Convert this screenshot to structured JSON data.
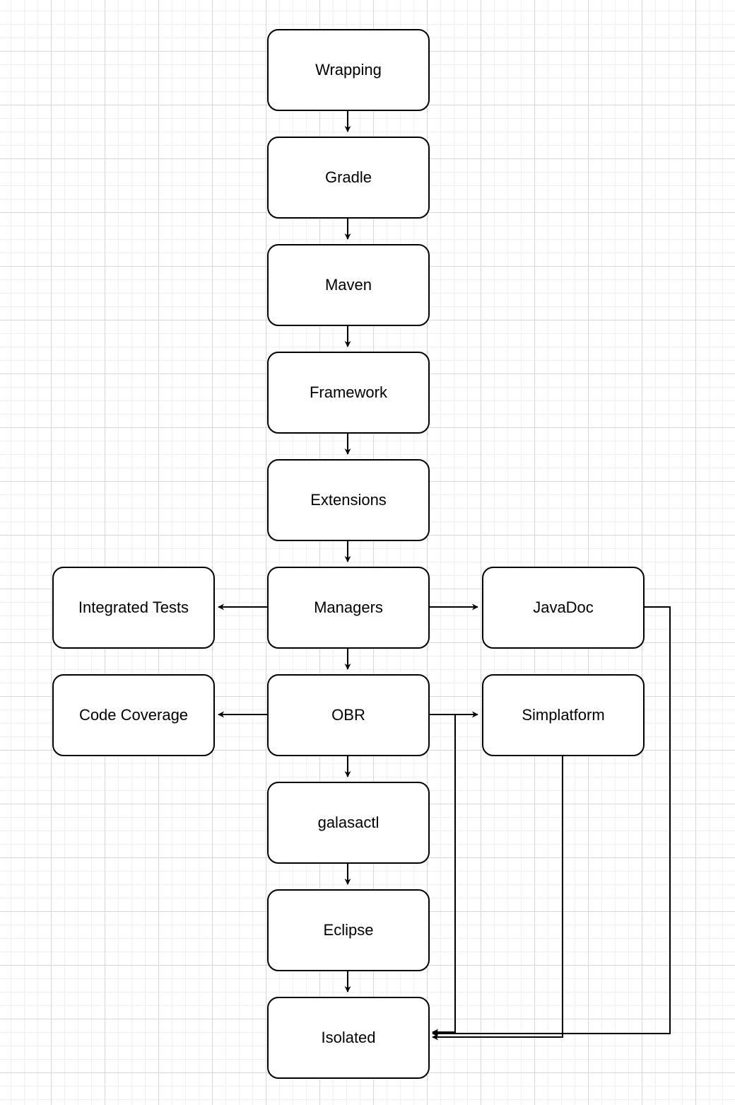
{
  "nodes": {
    "wrapping": "Wrapping",
    "gradle": "Gradle",
    "maven": "Maven",
    "framework": "Framework",
    "extensions": "Extensions",
    "managers": "Managers",
    "integrated_tests": "Integrated Tests",
    "javadoc": "JavaDoc",
    "obr": "OBR",
    "code_coverage": "Code Coverage",
    "simplatform": "Simplatform",
    "galasactl": "galasactl",
    "eclipse": "Eclipse",
    "isolated": "Isolated"
  },
  "edges": [
    {
      "from": "wrapping",
      "to": "gradle"
    },
    {
      "from": "gradle",
      "to": "maven"
    },
    {
      "from": "maven",
      "to": "framework"
    },
    {
      "from": "framework",
      "to": "extensions"
    },
    {
      "from": "extensions",
      "to": "managers"
    },
    {
      "from": "managers",
      "to": "integrated_tests"
    },
    {
      "from": "managers",
      "to": "javadoc"
    },
    {
      "from": "managers",
      "to": "obr"
    },
    {
      "from": "obr",
      "to": "code_coverage"
    },
    {
      "from": "obr",
      "to": "simplatform"
    },
    {
      "from": "obr",
      "to": "galasactl"
    },
    {
      "from": "obr",
      "to": "isolated"
    },
    {
      "from": "javadoc",
      "to": "isolated"
    },
    {
      "from": "simplatform",
      "to": "isolated"
    },
    {
      "from": "galasactl",
      "to": "eclipse"
    },
    {
      "from": "eclipse",
      "to": "isolated"
    }
  ],
  "colors": {
    "stroke": "#000000",
    "node_fill": "#ffffff",
    "grid_major": "#d7d7d7",
    "grid_minor": "#f0f0f0"
  }
}
